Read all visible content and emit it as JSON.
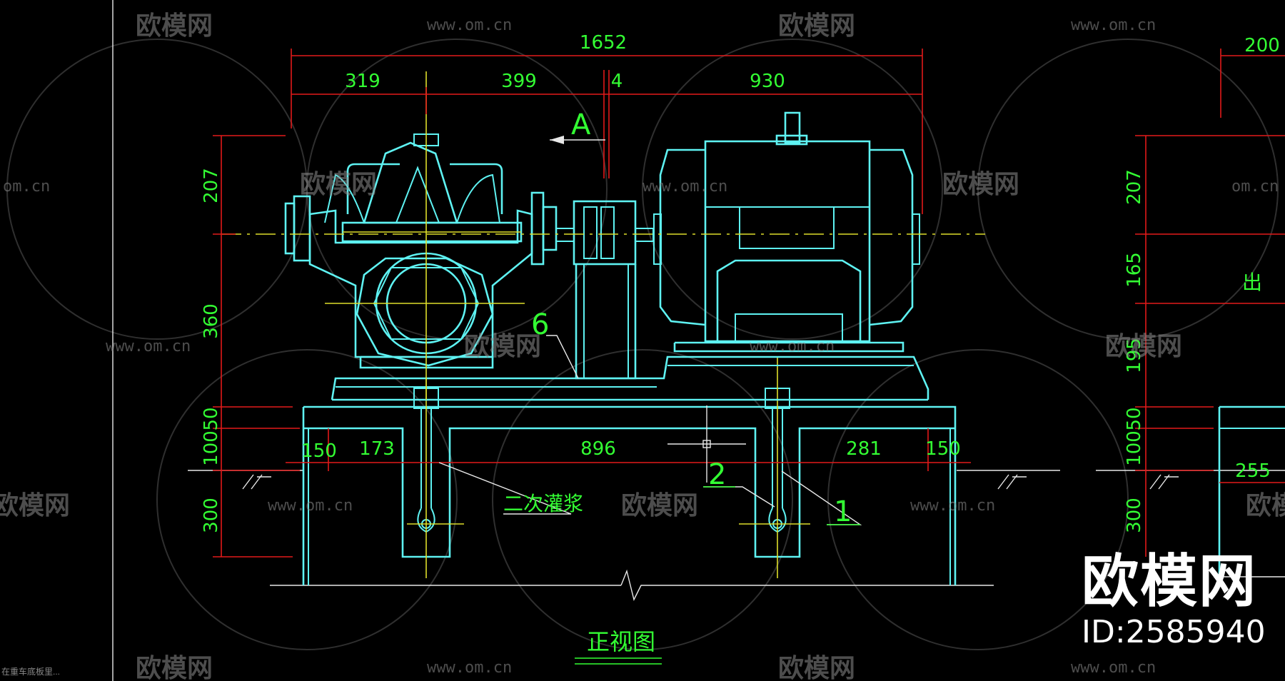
{
  "watermark": {
    "brand": "欧模网",
    "url": "www.om.cn",
    "url_fragment": "om.cn"
  },
  "drawing": {
    "view_title": "正视图",
    "section_marker": "A",
    "grout_label": "二次灌浆",
    "callouts": [
      "6",
      "2",
      "1"
    ],
    "partial_right_label": "出 水",
    "top_dims": [
      "1652",
      "319",
      "399",
      "4",
      "930"
    ],
    "left_vertical_dims": [
      "207",
      "360",
      "50",
      "100",
      "300"
    ],
    "base_dims": [
      "150",
      "173",
      "896",
      "281",
      "150"
    ],
    "right_view_dims": [
      "200",
      "207",
      "165",
      "195",
      "50",
      "100",
      "255",
      "300"
    ]
  },
  "brand_badge": {
    "name": "欧模网",
    "id": "ID:2585940"
  },
  "footnote": "在重车底板里..."
}
